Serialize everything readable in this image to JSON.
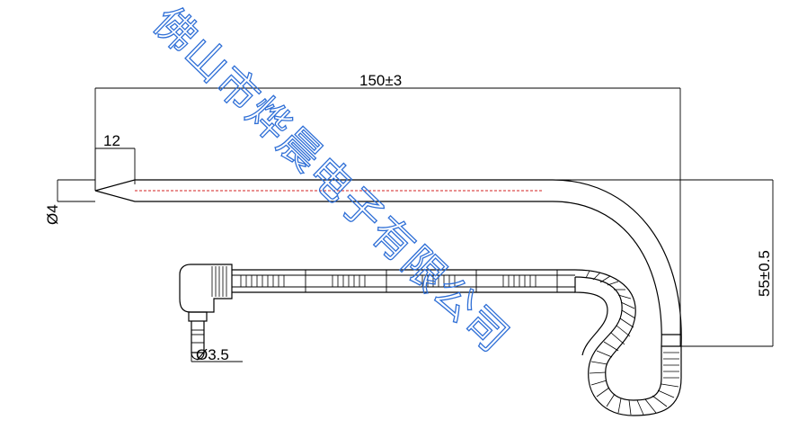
{
  "dimensions": {
    "length": "150±3",
    "tip_length": "12",
    "cable_diameter": "Ø4",
    "hook_height": "55±0.5",
    "plug_diameter": "Ø3.5"
  },
  "watermark": {
    "text": "佛山市烨晨电子有限公司",
    "color": "#2f6fd6"
  },
  "colors": {
    "line": "#000000",
    "centerline": "#d32020"
  }
}
